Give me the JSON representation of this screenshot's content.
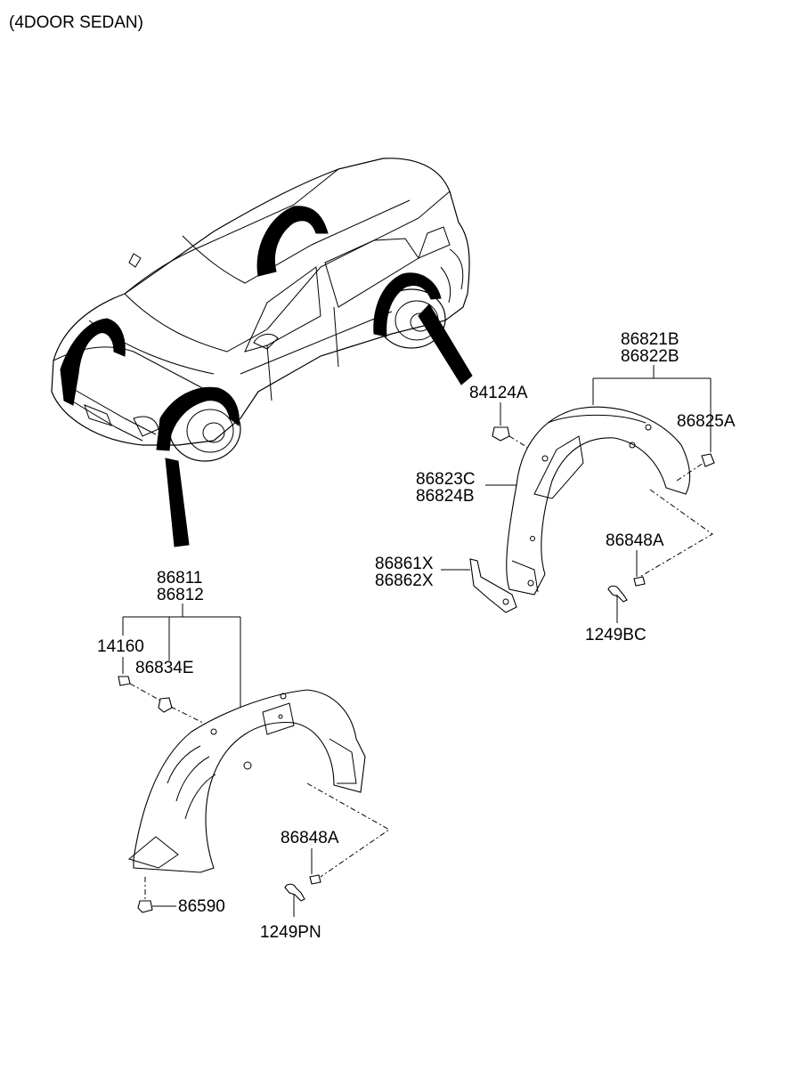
{
  "title": "(4DOOR SEDAN)",
  "labels": {
    "rear_liner_a": "86821B",
    "rear_liner_b": "86822B",
    "nut_84124A": "84124A",
    "clip_86825A": "86825A",
    "rear_part_a": "86823C",
    "rear_part_b": "86824B",
    "bracket_a": "86861X",
    "bracket_b": "86862X",
    "rear_clip_86848A": "86848A",
    "screw_1249BC": "1249BC",
    "front_liner_a": "86811",
    "front_liner_b": "86812",
    "bolt_14160": "14160",
    "nut_86834E": "86834E",
    "front_clip_86848A": "86848A",
    "screw_1249PN": "1249PN",
    "nut_86590": "86590"
  }
}
